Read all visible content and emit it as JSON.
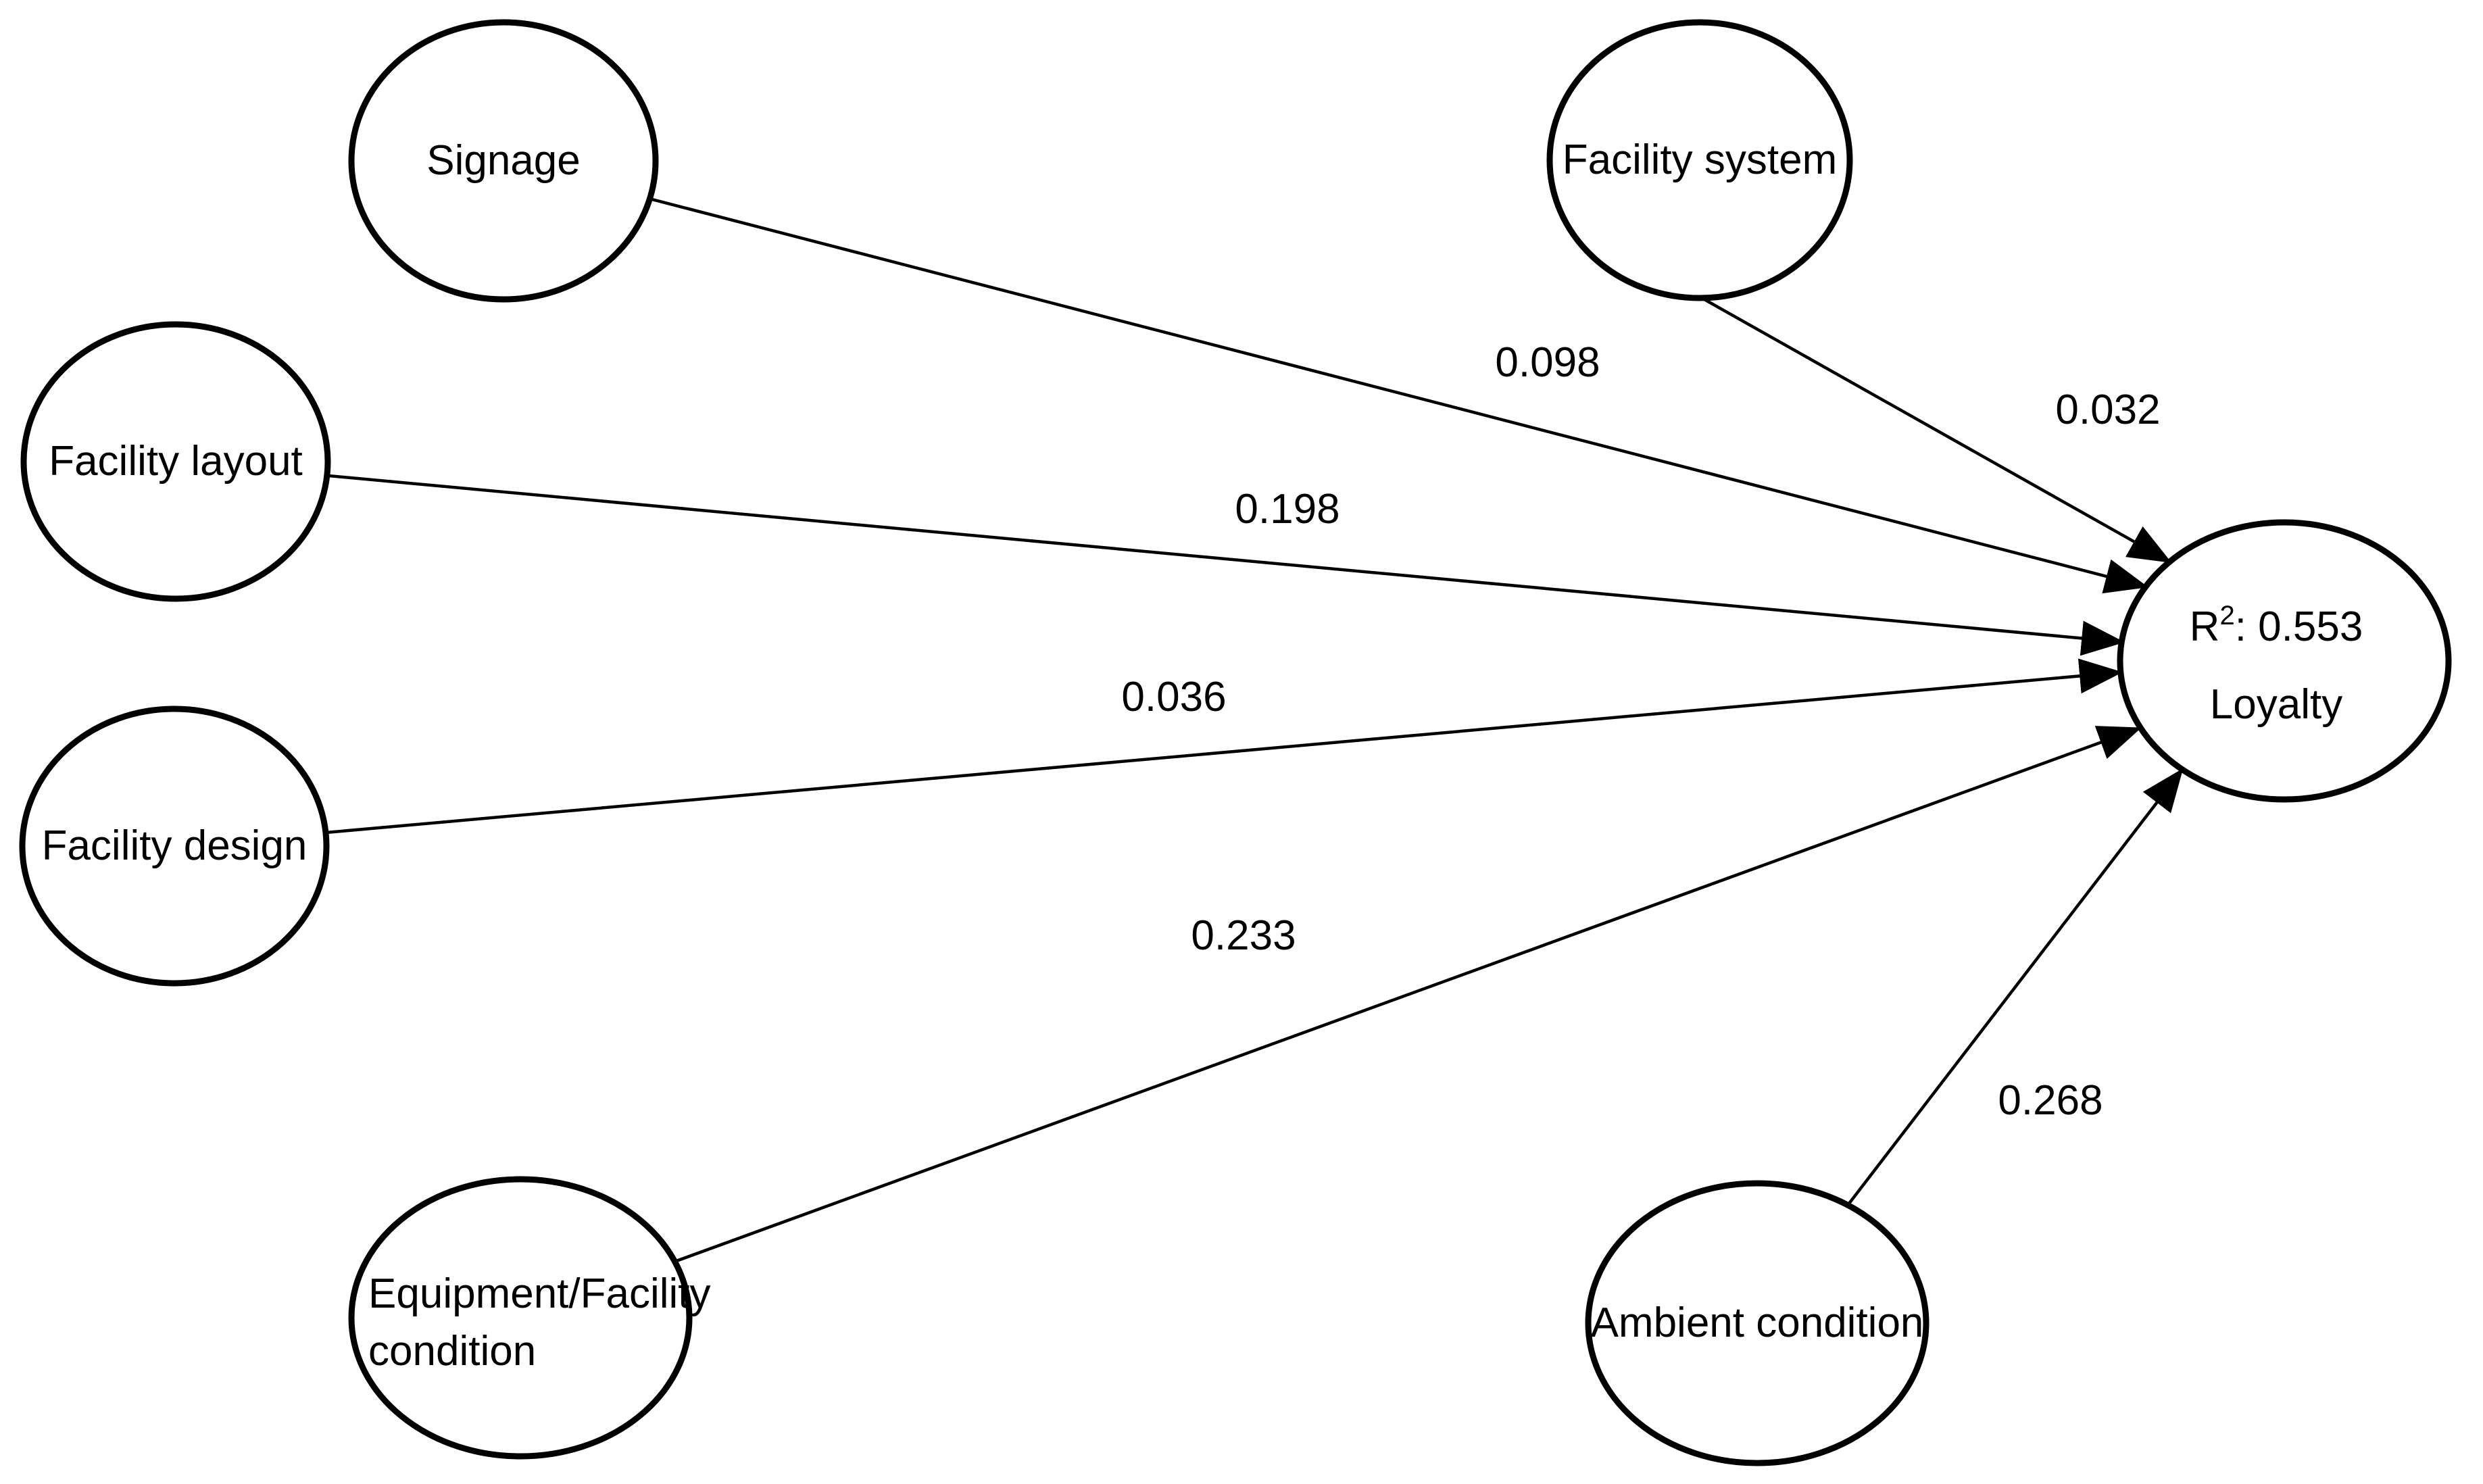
{
  "diagram": {
    "type": "structural-path-model",
    "nodes": {
      "signage": {
        "label": "Signage"
      },
      "facility_layout": {
        "label": "Facility layout"
      },
      "facility_design": {
        "label": "Facility design"
      },
      "equipment_condition": {
        "label_line1": "Equipment/Facility",
        "label_line2": "condition"
      },
      "facility_system": {
        "label": "Facility system"
      },
      "ambient_condition": {
        "label": "Ambient condition"
      },
      "loyalty": {
        "r_prefix": "R",
        "r_sup": "2",
        "r_suffix": ": 0.553",
        "label": "Loyalty",
        "r_squared": "0.553"
      }
    },
    "edges": [
      {
        "from": "Signage",
        "to": "Loyalty",
        "coefficient": "0.098"
      },
      {
        "from": "Facility layout",
        "to": "Loyalty",
        "coefficient": "0.198"
      },
      {
        "from": "Facility design",
        "to": "Loyalty",
        "coefficient": "0.036"
      },
      {
        "from": "Equipment/Facility condition",
        "to": "Loyalty",
        "coefficient": "0.233"
      },
      {
        "from": "Facility system",
        "to": "Loyalty",
        "coefficient": "0.032"
      },
      {
        "from": "Ambient condition",
        "to": "Loyalty",
        "coefficient": "0.268"
      }
    ],
    "colors": {
      "stroke": "#000000",
      "node_fill": "#ffffff",
      "background": "#ffffff"
    }
  }
}
